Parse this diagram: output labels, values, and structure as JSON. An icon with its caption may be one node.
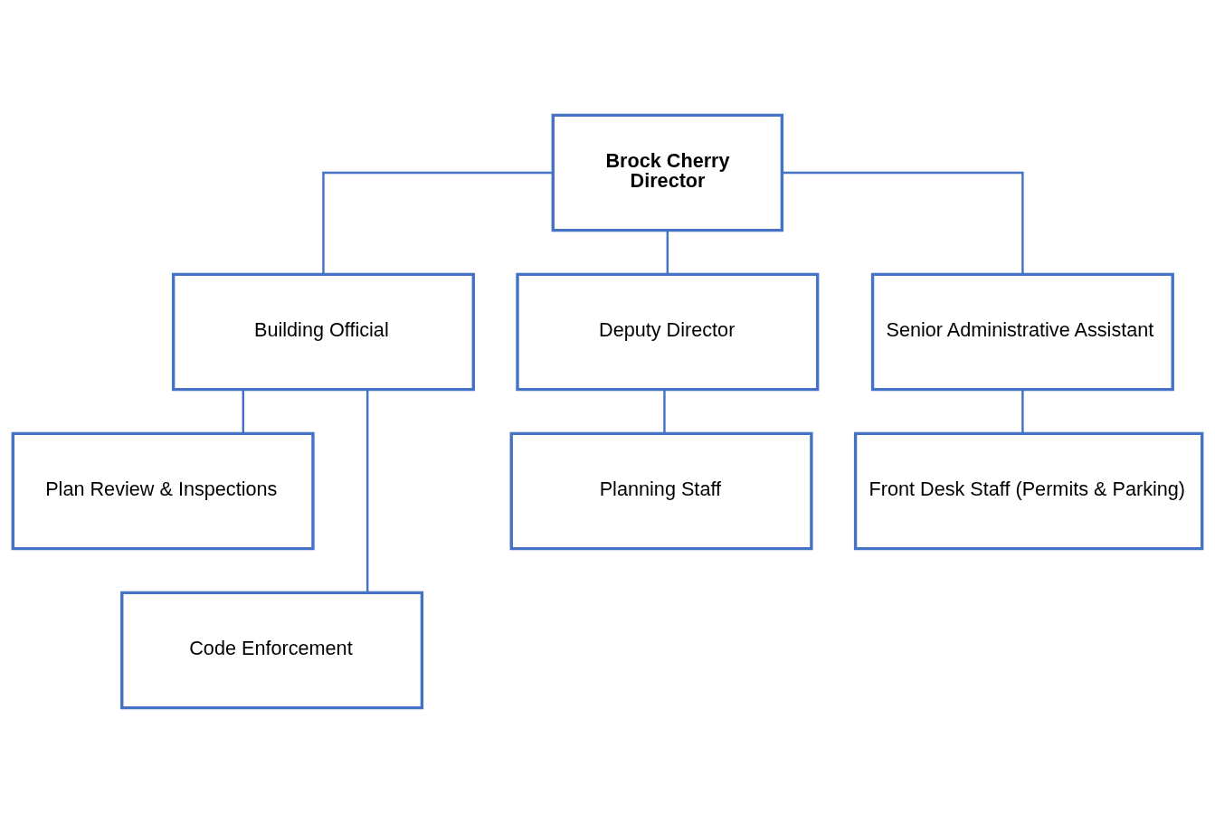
{
  "diagram": {
    "nodes": [
      {
        "text": [
          "Brock Cherry",
          "Director"
        ]
      },
      {
        "text": [
          "Building Official"
        ]
      },
      {
        "text": [
          "Deputy Director"
        ]
      },
      {
        "text": [
          "Senior Administrative Assistant"
        ]
      },
      {
        "text": [
          "Plan Review & Inspections"
        ]
      },
      {
        "text": [
          "Code Enforcement"
        ]
      },
      {
        "text": [
          "Planning Staff"
        ]
      },
      {
        "text": [
          "Front Desk Staff (Permits & Parking)"
        ]
      }
    ],
    "edges": [
      {
        "from": 0,
        "to": 1,
        "arrow": "none"
      },
      {
        "from": 0,
        "to": 2,
        "arrow": "none"
      },
      {
        "from": 0,
        "to": 3,
        "arrow": "none"
      },
      {
        "from": 1,
        "to": 4,
        "arrow": "none"
      },
      {
        "from": 1,
        "to": 5,
        "arrow": "none"
      },
      {
        "from": 2,
        "to": 6,
        "arrow": "none"
      },
      {
        "from": 3,
        "to": 7,
        "arrow": "none"
      }
    ]
  }
}
